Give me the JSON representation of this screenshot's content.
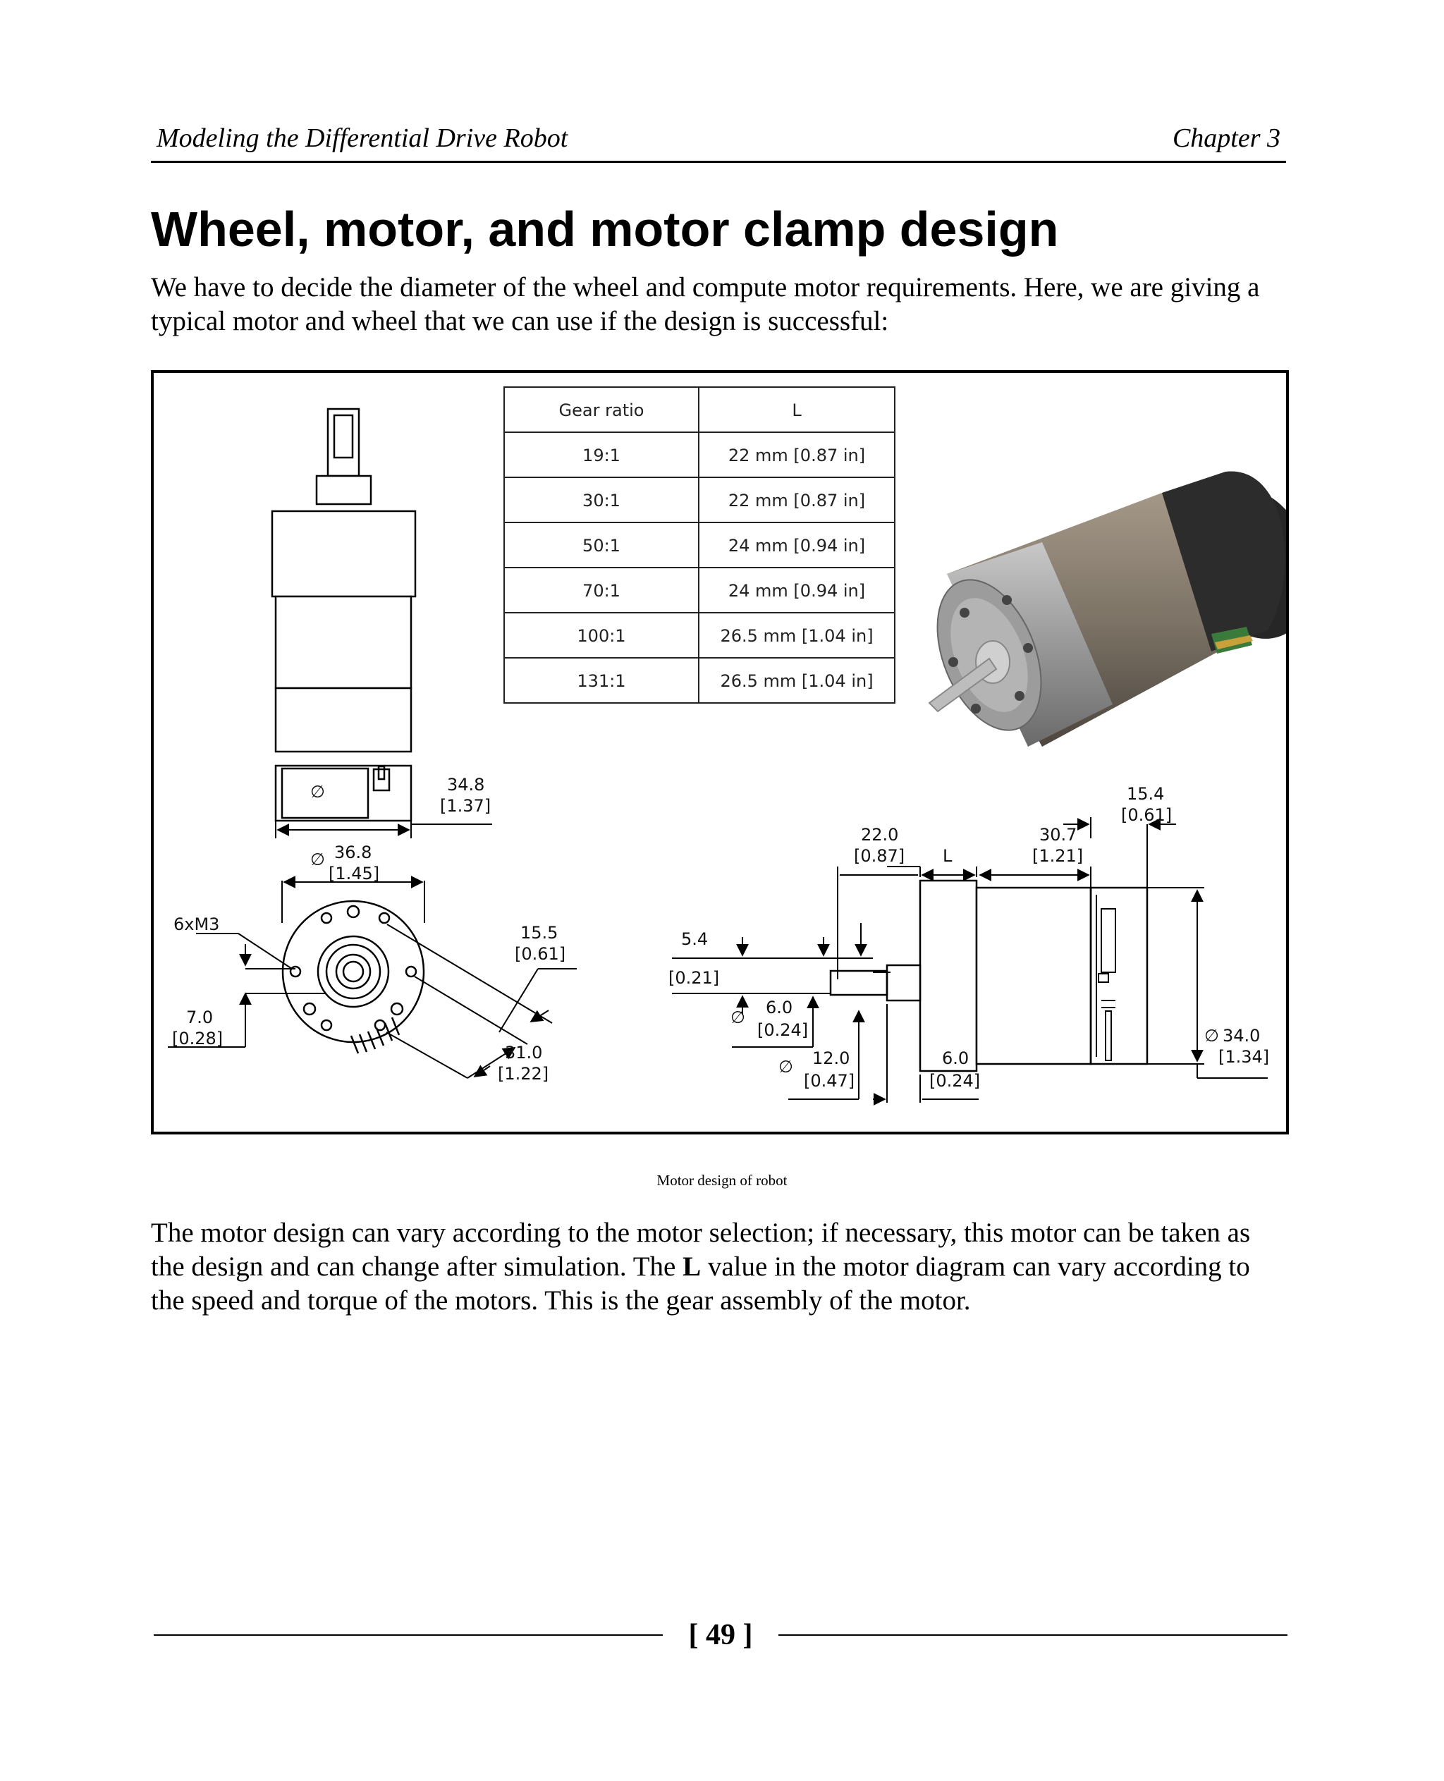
{
  "header": {
    "chapter_title": "Modeling the Differential Drive Robot",
    "chapter_number": "Chapter 3"
  },
  "section": {
    "title": "Wheel, motor, and motor clamp design",
    "intro": "We have to decide the diameter of the wheel and compute motor requirements. Here, we are giving a typical motor and wheel that we can use if the design is successful:"
  },
  "figure": {
    "caption": "Motor design of robot",
    "table": {
      "headers": [
        "Gear ratio",
        "L"
      ],
      "rows": [
        [
          "19:1",
          "22 mm [0.87 in]"
        ],
        [
          "30:1",
          "22 mm [0.87 in]"
        ],
        [
          "50:1",
          "24 mm [0.94 in]"
        ],
        [
          "70:1",
          "24 mm [0.94 in]"
        ],
        [
          "100:1",
          "26.5 mm [1.04 in]"
        ],
        [
          "131:1",
          "26.5 mm [1.04 in]"
        ]
      ]
    },
    "dimensions": {
      "d348_mm": "34.8",
      "d348_in": "[1.37]",
      "d368_mm": "36.8",
      "d368_in": "[1.45]",
      "screw": "6xM3",
      "d155_mm": "15.5",
      "d155_in": "[0.61]",
      "d70_mm": "7.0",
      "d70_in": "[0.28]",
      "d310_mm": "31.0",
      "d310_in": "[1.22]",
      "d154_mm": "15.4",
      "d154_in": "[0.61]",
      "d220_mm": "22.0",
      "d220_in": "[0.87]",
      "L_label": "L",
      "d307_mm": "30.7",
      "d307_in": "[1.21]",
      "d54_mm": "5.4",
      "d54_in": "[0.21]",
      "d60a_mm": "6.0",
      "d60a_in": "[0.24]",
      "d120_mm": "12.0",
      "d120_in": "[0.47]",
      "d60b_mm": "6.0",
      "d60b_in": "[0.24]",
      "d340_mm": "34.0",
      "d340_in": "[1.34]",
      "diameter_symbol": "∅"
    }
  },
  "body": {
    "before_bold": "The motor design can vary according to the motor selection; if necessary, this motor can be taken as the design and can change after simulation. The ",
    "bold": "L",
    "after_bold": " value in the motor diagram can vary according to the speed and torque of the motors. This is the gear assembly of the motor."
  },
  "footer": {
    "page_number": "[ 49 ]"
  }
}
